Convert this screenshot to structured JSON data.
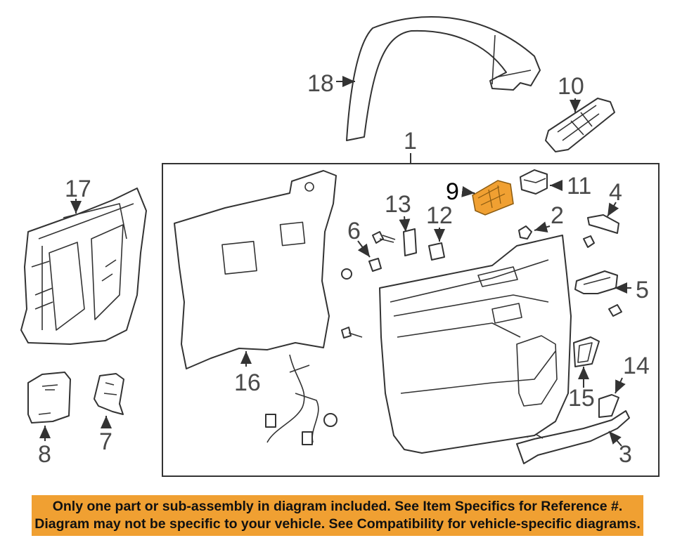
{
  "callouts": {
    "c1": "1",
    "c2": "2",
    "c3": "3",
    "c4": "4",
    "c5": "5",
    "c6": "6",
    "c7": "7",
    "c8": "8",
    "c9": "9",
    "c10": "10",
    "c11": "11",
    "c12": "12",
    "c13": "13",
    "c14": "14",
    "c15": "15",
    "c16": "16",
    "c17": "17",
    "c18": "18"
  },
  "highlighted_part": "9",
  "colors": {
    "highlight": "#f0a032",
    "banner": "#f0a032",
    "line": "#333333",
    "label": "#4a4a4a"
  },
  "banner": {
    "line1": "Only one part or sub-assembly in diagram included. See Item Specifics for Reference #.",
    "line2": "Diagram may not be specific to your vehicle. See Compatibility for vehicle-specific diagrams."
  }
}
